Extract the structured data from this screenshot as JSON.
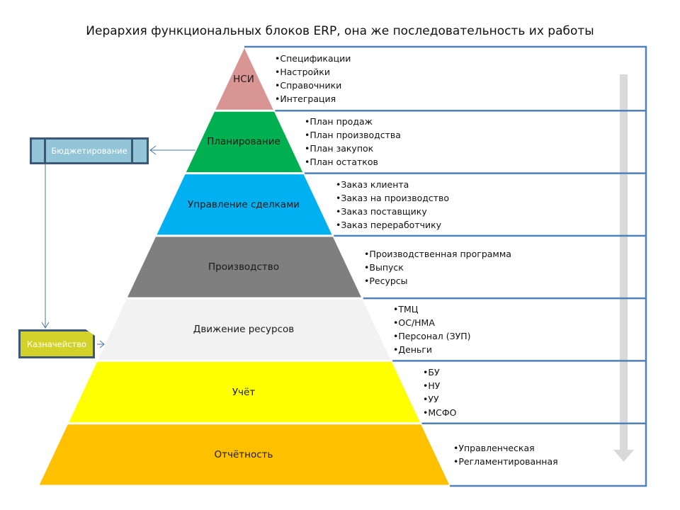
{
  "title": "Иерархия функциональных блоков ERP, она же последовательность их работы",
  "levels": [
    {
      "label": "НСИ",
      "color": "#d99594",
      "items": [
        "•Спецификации",
        "•Настройки",
        "•Справочники",
        "•Интеграция"
      ]
    },
    {
      "label": "Планирование",
      "color": "#00b050",
      "items": [
        "•План продаж",
        "•План производства",
        "•План закупок",
        "•План остатков"
      ]
    },
    {
      "label": "Управление сделками",
      "color": "#00b0f0",
      "items": [
        "•Заказ клиента",
        "•Заказ на производство",
        "•Заказ поставщику",
        "•Заказ переработчику"
      ]
    },
    {
      "label": "Производство",
      "color": "#7f7f7f",
      "items": [
        "•Производственная программа",
        "•Выпуск",
        "•Ресурсы"
      ]
    },
    {
      "label": "Движение ресурсов",
      "color": "#f2f2f2",
      "items": [
        "•ТМЦ",
        "•ОС/НМА",
        "•Персонал (ЗУП)",
        "•Деньги"
      ]
    },
    {
      "label": "Учёт",
      "color": "#ffff00",
      "items": [
        "•БУ",
        "•НУ",
        "•УУ",
        "•МСФО"
      ]
    },
    {
      "label": "Отчётность",
      "color": "#ffc000",
      "items": [
        "•Управленческая",
        "•Регламентированная"
      ]
    }
  ],
  "side_boxes": {
    "budget": "Бюджетирование",
    "treasury": "Казначейство"
  },
  "colors": {
    "frame": "#4f81bd",
    "connector": "#4a76a8",
    "flow_arrow": "#d9d9d9"
  }
}
